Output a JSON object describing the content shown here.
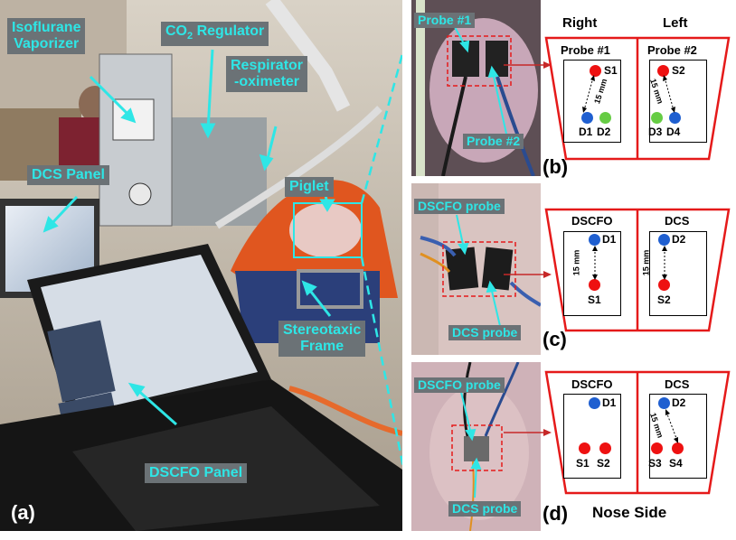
{
  "panel_a": {
    "letter": "(a)",
    "labels": {
      "vaporizer_1": "Isoflurane",
      "vaporizer_2": "Vaporizer",
      "co2": "CO",
      "co2_sub": "2",
      "co2_rest": " Regulator",
      "respirator_1": "Respirator",
      "respirator_2": "-oximeter",
      "dcs_panel": "DCS Panel",
      "piglet": "Piglet",
      "stereo_1": "Stereotaxic",
      "stereo_2": "Frame",
      "dscfo_panel": "DSCFO Panel"
    }
  },
  "panel_b": {
    "letter": "(b)",
    "photo_labels": {
      "probe1": "Probe #1",
      "probe2": "Probe #2"
    },
    "col_right": "Right",
    "col_left": "Left",
    "box1_title": "Probe #1",
    "box2_title": "Probe #2",
    "s1": "S1",
    "s2": "S2",
    "d1": "D1",
    "d2": "D2",
    "d3": "D3",
    "d4": "D4",
    "mm": "15 mm"
  },
  "panel_c": {
    "letter": "(c)",
    "photo_labels": {
      "dscfo": "DSCFO probe",
      "dcs": "DCS probe"
    },
    "box1_title": "DSCFO",
    "box2_title": "DCS",
    "d1": "D1",
    "d2": "D2",
    "s1": "S1",
    "s2": "S2",
    "mm": "15 mm"
  },
  "panel_d": {
    "letter": "(d)",
    "photo_labels": {
      "dscfo": "DSCFO probe",
      "dcs": "DCS probe"
    },
    "box1_title": "DSCFO",
    "box2_title": "DCS",
    "d1": "D1",
    "d2": "D2",
    "s1": "S1",
    "s2": "S2",
    "s3": "S3",
    "s4": "S4",
    "mm": "15 mm",
    "nose_side": "Nose Side"
  },
  "colors": {
    "label_bg": "#6b7276",
    "label_text": "#2ee6e6",
    "red": "#ee1111",
    "blue": "#1f5fd0",
    "green": "#66cc44"
  }
}
